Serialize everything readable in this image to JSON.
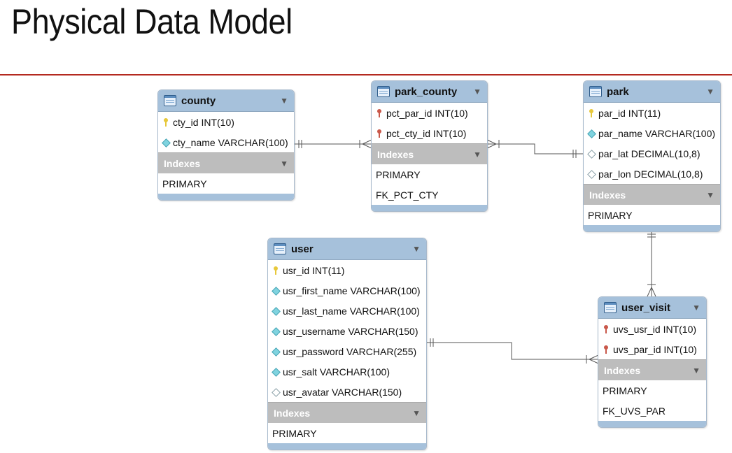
{
  "title": "Physical Data Model",
  "tables": {
    "county": {
      "name": "county",
      "columns": [
        {
          "text": "cty_id INT(10)",
          "key": "pk"
        },
        {
          "text": "cty_name VARCHAR(100)",
          "key": "col"
        }
      ],
      "indexes_label": "Indexes",
      "indexes": [
        "PRIMARY"
      ]
    },
    "park_county": {
      "name": "park_county",
      "columns": [
        {
          "text": "pct_par_id INT(10)",
          "key": "fk"
        },
        {
          "text": "pct_cty_id INT(10)",
          "key": "fk"
        }
      ],
      "indexes_label": "Indexes",
      "indexes": [
        "PRIMARY",
        "FK_PCT_CTY"
      ]
    },
    "park": {
      "name": "park",
      "columns": [
        {
          "text": "par_id INT(11)",
          "key": "pk"
        },
        {
          "text": "par_name VARCHAR(100)",
          "key": "col"
        },
        {
          "text": "par_lat DECIMAL(10,8)",
          "key": "ncol"
        },
        {
          "text": "par_lon DECIMAL(10,8)",
          "key": "ncol"
        }
      ],
      "indexes_label": "Indexes",
      "indexes": [
        "PRIMARY"
      ]
    },
    "user": {
      "name": "user",
      "columns": [
        {
          "text": "usr_id INT(11)",
          "key": "pk"
        },
        {
          "text": "usr_first_name VARCHAR(100)",
          "key": "col"
        },
        {
          "text": "usr_last_name VARCHAR(100)",
          "key": "col"
        },
        {
          "text": "usr_username VARCHAR(150)",
          "key": "col"
        },
        {
          "text": "usr_password VARCHAR(255)",
          "key": "col"
        },
        {
          "text": "usr_salt VARCHAR(100)",
          "key": "col"
        },
        {
          "text": "usr_avatar VARCHAR(150)",
          "key": "ncol"
        }
      ],
      "indexes_label": "Indexes",
      "indexes": [
        "PRIMARY"
      ]
    },
    "user_visit": {
      "name": "user_visit",
      "columns": [
        {
          "text": "uvs_usr_id INT(10)",
          "key": "fk"
        },
        {
          "text": "uvs_par_id INT(10)",
          "key": "fk"
        }
      ],
      "indexes_label": "Indexes",
      "indexes": [
        "PRIMARY",
        "FK_UVS_PAR"
      ]
    }
  },
  "icons": {
    "pk": "primary-key-icon",
    "fk": "foreign-key-icon",
    "col": "column-icon",
    "ncol": "nullable-column-icon",
    "table": "table-icon",
    "arrow": "collapse-arrow-icon"
  },
  "colors": {
    "title_rule": "#b42a20",
    "table_header": "#a6c1db",
    "indexes_header": "#bdbdbd"
  }
}
